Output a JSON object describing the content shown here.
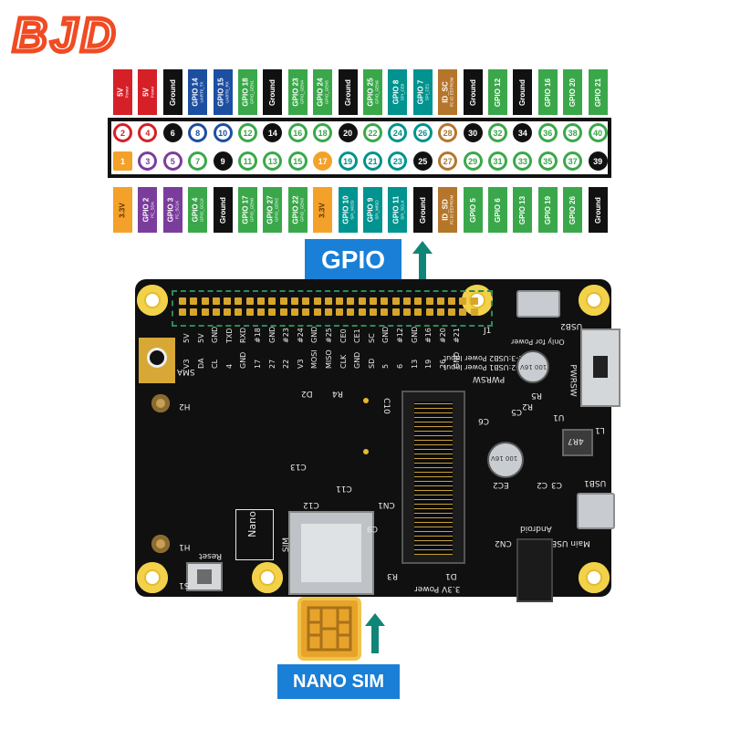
{
  "logo": {
    "text": "BJD"
  },
  "colors": {
    "power": "#d62028",
    "ground": "#111111",
    "uart": "#1d4fa1",
    "spi": "#00938f",
    "i2c": "#7b3d9c",
    "gpio": "#3aa84a",
    "power33": "#f4a12a",
    "idsd": "#b5762c",
    "accent_blue": "#1a7fd6",
    "arrow_teal": "#0f8577"
  },
  "header_top_labels": [
    {
      "label": "5V",
      "sub": "Power",
      "kind": "power"
    },
    {
      "label": "5V",
      "sub": "Power",
      "kind": "power"
    },
    {
      "label": "Ground",
      "sub": "",
      "kind": "ground"
    },
    {
      "label": "GPIO 14",
      "sub": "UART0_TX",
      "kind": "uart"
    },
    {
      "label": "GPIO 15",
      "sub": "UART0_RX",
      "kind": "uart"
    },
    {
      "label": "GPIO 18",
      "sub": "GPIO_GEN1",
      "kind": "gpio"
    },
    {
      "label": "Ground",
      "sub": "",
      "kind": "ground"
    },
    {
      "label": "GPIO 23",
      "sub": "GPIO_GEN4",
      "kind": "gpio"
    },
    {
      "label": "GPIO 24",
      "sub": "GPIO_GEN5",
      "kind": "gpio"
    },
    {
      "label": "Ground",
      "sub": "",
      "kind": "ground"
    },
    {
      "label": "GPIO 25",
      "sub": "GPIO_GEN6",
      "kind": "gpio"
    },
    {
      "label": "GPIO 8",
      "sub": "SPI_CE0",
      "kind": "spi"
    },
    {
      "label": "GPIO 7",
      "sub": "SPI_CE1",
      "kind": "spi"
    },
    {
      "label": "ID_SC",
      "sub": "I²C ID EEPROM",
      "kind": "idsd"
    },
    {
      "label": "Ground",
      "sub": "",
      "kind": "ground"
    },
    {
      "label": "GPIO 12",
      "sub": "",
      "kind": "gpio"
    },
    {
      "label": "Ground",
      "sub": "",
      "kind": "ground"
    },
    {
      "label": "GPIO 16",
      "sub": "",
      "kind": "gpio"
    },
    {
      "label": "GPIO 20",
      "sub": "",
      "kind": "gpio"
    },
    {
      "label": "GPIO 21",
      "sub": "",
      "kind": "gpio"
    }
  ],
  "header_bottom_labels": [
    {
      "label": "3.3V",
      "sub": "",
      "kind": "power33"
    },
    {
      "label": "GPIO 2",
      "sub": "I²C_SDA",
      "kind": "i2c"
    },
    {
      "label": "GPIO 3",
      "sub": "I²C_SCLK",
      "kind": "i2c"
    },
    {
      "label": "GPIO 4",
      "sub": "GPIO_GCLK",
      "kind": "gpio"
    },
    {
      "label": "Ground",
      "sub": "",
      "kind": "ground"
    },
    {
      "label": "GPIO 17",
      "sub": "GPIO_GEN0",
      "kind": "gpio"
    },
    {
      "label": "GPIO 27",
      "sub": "GPIO_GEN2",
      "kind": "gpio"
    },
    {
      "label": "GPIO 22",
      "sub": "GPIO_GEN3",
      "kind": "gpio"
    },
    {
      "label": "3.3V",
      "sub": "",
      "kind": "power33"
    },
    {
      "label": "GPIO 10",
      "sub": "SPI_MOSI",
      "kind": "spi"
    },
    {
      "label": "GPIO 9",
      "sub": "SPI_MISO",
      "kind": "spi"
    },
    {
      "label": "GPIO 11",
      "sub": "SPI_SCLK",
      "kind": "spi"
    },
    {
      "label": "Ground",
      "sub": "",
      "kind": "ground"
    },
    {
      "label": "ID_SD",
      "sub": "I²C ID EEPROM",
      "kind": "idsd"
    },
    {
      "label": "GPIO 5",
      "sub": "",
      "kind": "gpio"
    },
    {
      "label": "GPIO 6",
      "sub": "",
      "kind": "gpio"
    },
    {
      "label": "GPIO 13",
      "sub": "",
      "kind": "gpio"
    },
    {
      "label": "GPIO 19",
      "sub": "",
      "kind": "gpio"
    },
    {
      "label": "GPIO 26",
      "sub": "",
      "kind": "gpio"
    },
    {
      "label": "Ground",
      "sub": "",
      "kind": "ground"
    }
  ],
  "pins_even": [
    {
      "n": "2",
      "kind": "power"
    },
    {
      "n": "4",
      "kind": "power"
    },
    {
      "n": "6",
      "kind": "ground"
    },
    {
      "n": "8",
      "kind": "uart"
    },
    {
      "n": "10",
      "kind": "uart"
    },
    {
      "n": "12",
      "kind": "gpio"
    },
    {
      "n": "14",
      "kind": "ground"
    },
    {
      "n": "16",
      "kind": "gpio"
    },
    {
      "n": "18",
      "kind": "gpio"
    },
    {
      "n": "20",
      "kind": "ground"
    },
    {
      "n": "22",
      "kind": "gpio"
    },
    {
      "n": "24",
      "kind": "spi"
    },
    {
      "n": "26",
      "kind": "spi"
    },
    {
      "n": "28",
      "kind": "idsd"
    },
    {
      "n": "30",
      "kind": "ground"
    },
    {
      "n": "32",
      "kind": "gpio"
    },
    {
      "n": "34",
      "kind": "ground"
    },
    {
      "n": "36",
      "kind": "gpio"
    },
    {
      "n": "38",
      "kind": "gpio"
    },
    {
      "n": "40",
      "kind": "gpio"
    }
  ],
  "pins_odd": [
    {
      "n": "1",
      "kind": "power33"
    },
    {
      "n": "3",
      "kind": "i2c"
    },
    {
      "n": "5",
      "kind": "i2c"
    },
    {
      "n": "7",
      "kind": "gpio"
    },
    {
      "n": "9",
      "kind": "ground"
    },
    {
      "n": "11",
      "kind": "gpio"
    },
    {
      "n": "13",
      "kind": "gpio"
    },
    {
      "n": "15",
      "kind": "gpio"
    },
    {
      "n": "17",
      "kind": "power33"
    },
    {
      "n": "19",
      "kind": "spi"
    },
    {
      "n": "21",
      "kind": "spi"
    },
    {
      "n": "23",
      "kind": "spi"
    },
    {
      "n": "25",
      "kind": "ground"
    },
    {
      "n": "27",
      "kind": "idsd"
    },
    {
      "n": "29",
      "kind": "gpio"
    },
    {
      "n": "31",
      "kind": "gpio"
    },
    {
      "n": "33",
      "kind": "gpio"
    },
    {
      "n": "35",
      "kind": "gpio"
    },
    {
      "n": "37",
      "kind": "gpio"
    },
    {
      "n": "39",
      "kind": "ground"
    }
  ],
  "gpio_label": "GPIO",
  "nano_sim_label": "NANO SIM",
  "board": {
    "top_pin_names": [
      "5V",
      "5V",
      "GND",
      "TXD",
      "RXD",
      "#18",
      "GND",
      "#23",
      "#24",
      "GND",
      "#25",
      "CE0",
      "CE1",
      "SC",
      "GND",
      "#12",
      "GND",
      "#16",
      "#20",
      "#21"
    ],
    "bottom_pin_names": [
      "V3",
      "DA",
      "CL",
      "4",
      "GND",
      "17",
      "27",
      "22",
      "V3",
      "MOSI",
      "MISO",
      "CLK",
      "GND",
      "SD",
      "5",
      "6",
      "13",
      "19",
      "26",
      "GND"
    ],
    "j1": "J1",
    "only_power": "Only for Power",
    "usb2": "USB2",
    "sma": "SMA",
    "h2": "H2",
    "h1": "H1",
    "d2": "D2",
    "r4": "R4",
    "c10": "C10",
    "pwrsw": "PWRSW",
    "power_input": "1-2:USB1 Power Input",
    "power_input2": "2-3:USB2 Power Input",
    "r5": "R5",
    "r2": "R2",
    "c5": "C5",
    "c6": "C6",
    "l1": "L1",
    "inductor": "4R7",
    "u1": "U1",
    "cap_big": "100 16V",
    "cap_small": "100 16V",
    "ec1": "EC1",
    "ec2": "EC2",
    "c2": "C2",
    "c3": "C3",
    "c13": "C13",
    "c12": "C12",
    "c11": "C11",
    "cn1": "CN1",
    "usb1": "USB1",
    "android": "Android",
    "main_usb": "Main USB",
    "cn2": "CN2",
    "nano": "Nano",
    "sim": "SIM",
    "reset": "Reset",
    "s1": "S1",
    "r3": "R3",
    "d1": "D1",
    "power33": "3.3V Power",
    "c9": "C9"
  }
}
